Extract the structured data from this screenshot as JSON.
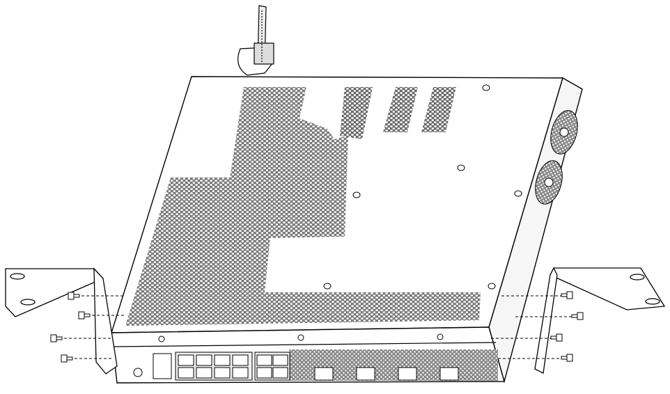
{
  "figure": {
    "colors": {
      "line": "#000000",
      "background": "#ffffff",
      "perforation": "#3a3a3a",
      "face_shade": "#f2f2f2"
    },
    "parts": {
      "device": "switch-chassis",
      "brackets": 2,
      "screws_per_side": 4,
      "fans": 2,
      "copper_port_blocks": 3,
      "sfp_ports": 4
    }
  }
}
